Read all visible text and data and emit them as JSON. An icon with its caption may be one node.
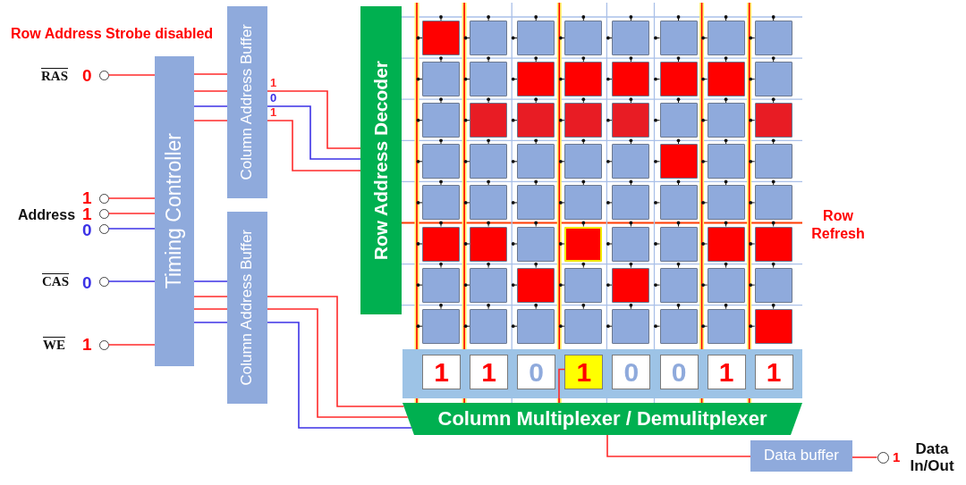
{
  "diagram": {
    "nodes": [
      {
        "text": [],
        "shape": "circle",
        "beside": [
          "RAS",
          "0"
        ]
      },
      {
        "text": [],
        "shape": "circle",
        "beside": [
          "1"
        ]
      },
      {
        "text": [],
        "shape": "circle",
        "beside": [
          "1"
        ]
      },
      {
        "text": [],
        "shape": "circle",
        "beside": [
          "0"
        ]
      },
      {
        "text": [],
        "shape": "circle",
        "beside": [
          "CAS",
          "0"
        ]
      },
      {
        "text": [],
        "shape": "circle",
        "beside": [
          "WE",
          "1"
        ]
      },
      {
        "text": [
          "Timing Controller"
        ]
      },
      {
        "text": [
          "Column Address Buffer"
        ]
      },
      {
        "text": [
          "Column Address Buffer"
        ]
      },
      {
        "text": [
          "Row Address Decoder"
        ]
      },
      {
        "text": [],
        "shape": "box"
      },
      {
        "text": [],
        "shape": "box"
      },
      {
        "text": [],
        "shape": "box"
      },
      {
        "text": [],
        "shape": "box"
      },
      {
        "text": [],
        "shape": "box"
      },
      {
        "text": [],
        "shape": "box"
      },
      {
        "text": [],
        "shape": "box"
      },
      {
        "text": [],
        "shape": "box"
      },
      {
        "text": [],
        "shape": "box"
      },
      {
        "text": [],
        "shape": "box"
      },
      {
        "text": [],
        "shape": "box"
      },
      {
        "text": [],
        "shape": "box"
      },
      {
        "text": [],
        "shape": "box"
      },
      {
        "text": [],
        "shape": "box"
      },
      {
        "text": [],
        "shape": "box"
      },
      {
        "text": [],
        "shape": "box"
      },
      {
        "text": [],
        "shape": "box"
      },
      {
        "text": [],
        "shape": "box"
      },
      {
        "text": [],
        "shape": "box"
      },
      {
        "text": [],
        "shape": "box"
      },
      {
        "text": [],
        "shape": "box"
      },
      {
        "text": [],
        "shape": "box"
      },
      {
        "text": [],
        "shape": "box"
      },
      {
        "text": [],
        "shape": "box"
      },
      {
        "text": [],
        "shape": "box"
      },
      {
        "text": [],
        "shape": "box"
      },
      {
        "text": [],
        "shape": "box"
      },
      {
        "text": [],
        "shape": "box"
      },
      {
        "text": [],
        "shape": "box"
      },
      {
        "text": [],
        "shape": "box"
      },
      {
        "text": [],
        "shape": "box"
      },
      {
        "text": [],
        "shape": "box"
      },
      {
        "text": [],
        "shape": "box"
      },
      {
        "text": [],
        "shape": "box"
      },
      {
        "text": [],
        "shape": "box"
      },
      {
        "text": [],
        "shape": "box"
      },
      {
        "text": [],
        "shape": "box"
      },
      {
        "text": [],
        "shape": "box"
      },
      {
        "text": [],
        "shape": "box"
      },
      {
        "text": [],
        "shape": "box"
      },
      {
        "text": [],
        "shape": "box"
      },
      {
        "text": [],
        "shape": "box"
      },
      {
        "text": [],
        "shape": "box"
      },
      {
        "text": [],
        "shape": "box"
      },
      {
        "text": [],
        "shape": "box"
      },
      {
        "text": [],
        "shape": "box"
      },
      {
        "text": [],
        "shape": "box"
      },
      {
        "text": [],
        "shape": "box"
      },
      {
        "text": [],
        "shape": "box"
      },
      {
        "text": [],
        "shape": "box"
      },
      {
        "text": [],
        "shape": "box"
      },
      {
        "text": [],
        "shape": "box"
      },
      {
        "text": [],
        "shape": "box"
      },
      {
        "text": [],
        "shape": "box"
      },
      {
        "text": [],
        "shape": "box"
      },
      {
        "text": [],
        "shape": "box"
      },
      {
        "text": [],
        "shape": "box"
      },
      {
        "text": [],
        "shape": "box"
      },
      {
        "text": [],
        "shape": "box"
      },
      {
        "text": [],
        "shape": "box"
      },
      {
        "text": [],
        "shape": "box"
      },
      {
        "text": [],
        "shape": "box"
      },
      {
        "text": [],
        "shape": "box"
      },
      {
        "text": [],
        "shape": "box"
      },
      {
        "text": [],
        "shape": "bar"
      },
      {
        "text": [
          "1"
        ],
        "in": 74
      },
      {
        "text": [
          "1"
        ],
        "in": 74
      },
      {
        "text": [
          "0"
        ],
        "in": 74
      },
      {
        "text": [
          "1"
        ],
        "in": 74
      },
      {
        "text": [
          "0"
        ],
        "in": 74
      },
      {
        "text": [
          "0"
        ],
        "in": 74
      },
      {
        "text": [
          "1"
        ],
        "in": 74
      },
      {
        "text": [
          "1"
        ],
        "in": 74
      },
      {
        "text": [
          "Column Multiplexer / Demulitplexer"
        ]
      },
      {
        "text": [
          "Data buffer"
        ]
      },
      {
        "text": [],
        "shape": "circle",
        "beside": [
          "1",
          "Data In/Out"
        ]
      }
    ],
    "edges": [
      {
        "from": 0,
        "to": 6,
        "arrow": "none"
      },
      {
        "from": 1,
        "to": 6,
        "arrow": "none"
      },
      {
        "from": 2,
        "to": 6,
        "arrow": "none"
      },
      {
        "from": 3,
        "to": 6,
        "arrow": "none",
        "color": "#3c32e6"
      },
      {
        "from": 4,
        "to": 6,
        "arrow": "none",
        "color": "#3c32e6"
      },
      {
        "from": 5,
        "to": 6,
        "arrow": "none"
      },
      {
        "from": 6,
        "to": 7,
        "arrow": "none"
      },
      {
        "from": 6,
        "to": 7,
        "arrow": "none"
      },
      {
        "from": 6,
        "to": 7,
        "arrow": "none",
        "color": "#3c32e6"
      },
      {
        "from": 6,
        "to": 7,
        "arrow": "none"
      },
      {
        "from": 7,
        "to": 9,
        "arrow": "none",
        "label": "1"
      },
      {
        "from": 7,
        "to": 9,
        "arrow": "none",
        "label": "0",
        "color": "#3c32e6"
      },
      {
        "from": 7,
        "to": 9,
        "arrow": "none",
        "label": "1"
      },
      {
        "from": 6,
        "to": 8,
        "arrow": "none",
        "color": "#3c32e6"
      },
      {
        "from": 6,
        "to": 8,
        "arrow": "none"
      },
      {
        "from": 6,
        "to": 8,
        "arrow": "none"
      },
      {
        "from": 6,
        "to": 8,
        "arrow": "none",
        "color": "#3c32e6"
      },
      {
        "from": 8,
        "to": 83,
        "arrow": "none"
      },
      {
        "from": 8,
        "to": 83,
        "arrow": "none"
      },
      {
        "from": 8,
        "to": 83,
        "arrow": "none",
        "color": "#3c32e6"
      },
      {
        "from": 78,
        "to": 83,
        "arrow": "none"
      },
      {
        "from": 83,
        "to": 84,
        "arrow": "none"
      },
      {
        "from": 84,
        "to": 85,
        "arrow": "none"
      }
    ],
    "labels": [
      "Row Address Strobe disabled",
      "Address",
      "Row Refresh"
    ]
  }
}
